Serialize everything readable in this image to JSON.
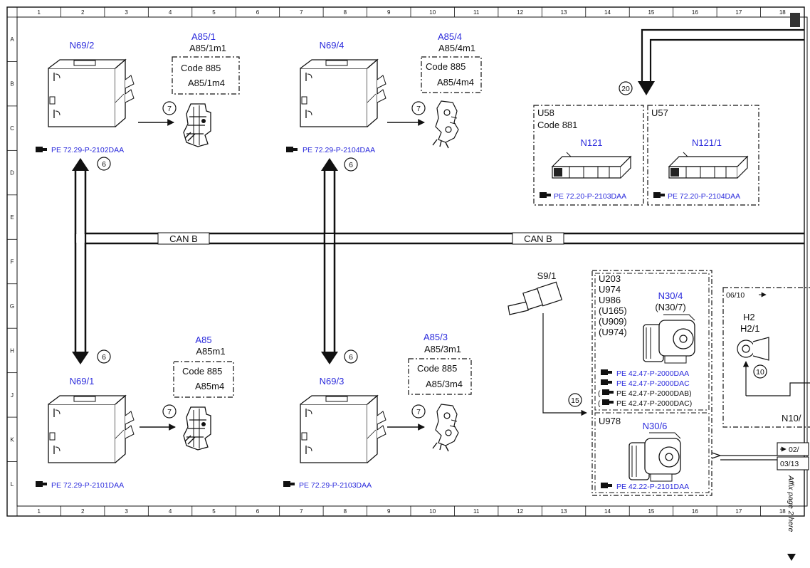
{
  "frame": {
    "columns": [
      "1",
      "2",
      "3",
      "4",
      "5",
      "6",
      "7",
      "8",
      "9",
      "10",
      "11",
      "12",
      "13",
      "14",
      "15",
      "16",
      "17",
      "18"
    ],
    "rows": [
      "A",
      "B",
      "C",
      "D",
      "E",
      "F",
      "G",
      "H",
      "J",
      "K",
      "L"
    ]
  },
  "colors": {
    "component_label": "#2a2adc",
    "line": "#111111"
  },
  "bus": {
    "label": "CAN B"
  },
  "modules": {
    "n69_2": {
      "label": "N69/2",
      "ref": "PE 72.29-P-2102DAA"
    },
    "n69_4": {
      "label": "N69/4",
      "ref": "PE 72.29-P-2104DAA"
    },
    "n69_1": {
      "label": "N69/1",
      "ref": "PE 72.29-P-2101DAA"
    },
    "n69_3": {
      "label": "N69/3",
      "ref": "PE 72.29-P-2103DAA"
    }
  },
  "locks": {
    "a85_1": {
      "label": "A85/1",
      "motor": "A85/1m1",
      "code": "Code 885",
      "sub": "A85/1m4"
    },
    "a85_4": {
      "label": "A85/4",
      "motor": "A85/4m1",
      "code": "Code 885",
      "sub": "A85/4m4"
    },
    "a85": {
      "label": "A85",
      "motor": "A85m1",
      "code": "Code 885",
      "sub": "A85m4"
    },
    "a85_3": {
      "label": "A85/3",
      "motor": "A85/3m1",
      "code": "Code 885",
      "sub": "A85/3m4"
    }
  },
  "circles": {
    "six": "6",
    "seven": "7",
    "ten": "10",
    "fifteen": "15",
    "twenty": "20"
  },
  "antennas": {
    "u58": {
      "variant": "U58",
      "code": "Code 881",
      "label": "N121",
      "ref": "PE 72.20-P-2103DAA"
    },
    "u57": {
      "variant": "U57",
      "label": "N121/1",
      "ref": "PE 72.20-P-2104DAA"
    }
  },
  "sensor": {
    "label": "S9/1"
  },
  "n30_group": {
    "variants": [
      "U203",
      "U974",
      "U986",
      "(U165)",
      "(U909)",
      "(U974)"
    ],
    "label": "N30/4",
    "alt": "(N30/7)",
    "refs": [
      {
        "text": "PE 42.47-P-2000DAA",
        "open": "",
        "close": ""
      },
      {
        "text": "PE 42.47-P-2000DAC",
        "open": "",
        "close": ""
      },
      {
        "text": "PE 42.47-P-2000DAB",
        "open": "(",
        "close": ")"
      },
      {
        "text": "PE 42.47-P-2000DAC",
        "open": "(",
        "close": ")"
      }
    ],
    "variant2": "U978",
    "label2": "N30/6",
    "ref2": "PE 42.22-P-2101DAA"
  },
  "right_panel": {
    "date": "06/10",
    "h2": "H2",
    "h2_1": "H2/1",
    "n10": "N10/",
    "page_ref_1": "02/",
    "page_ref_2": "03/13"
  },
  "affix_note": "Affix page 2 here"
}
